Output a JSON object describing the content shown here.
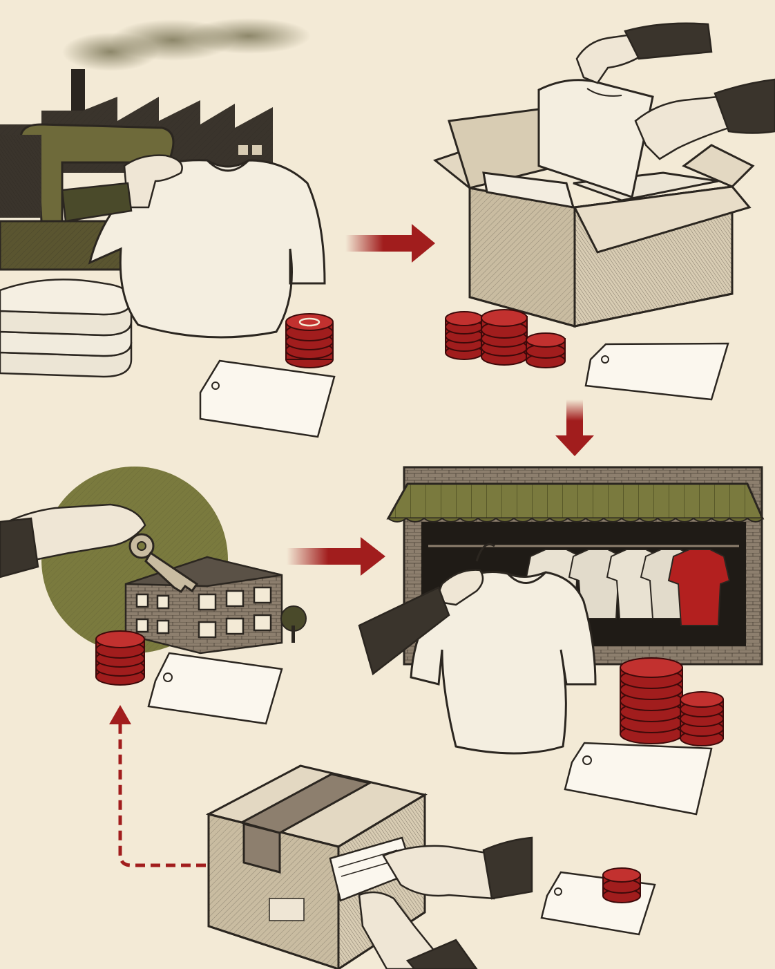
{
  "palette": {
    "paper": "#f3ead6",
    "ink": "#2b2620",
    "accent_red": "#a11d1d",
    "olive": "#7a7a3e",
    "tag_fill": "#fbf7ee",
    "cloth": "#f1ebdd",
    "kraft": "#d8ccb3"
  },
  "stages": [
    {
      "id": "manufacturing",
      "icon": "factory-sewing-icon"
    },
    {
      "id": "packing",
      "icon": "cardboard-box-icon"
    },
    {
      "id": "retail-store",
      "icon": "storefront-icon"
    },
    {
      "id": "property-key",
      "icon": "building-key-icon"
    },
    {
      "id": "shipping-parcel",
      "icon": "shipping-box-icon"
    }
  ],
  "flows": [
    {
      "from": "manufacturing",
      "to": "packing",
      "style": "solid"
    },
    {
      "from": "packing",
      "to": "retail-store",
      "style": "solid"
    },
    {
      "from": "property-key",
      "to": "retail-store",
      "style": "solid"
    },
    {
      "from": "shipping-parcel",
      "to": "property-key",
      "style": "dashed"
    }
  ]
}
